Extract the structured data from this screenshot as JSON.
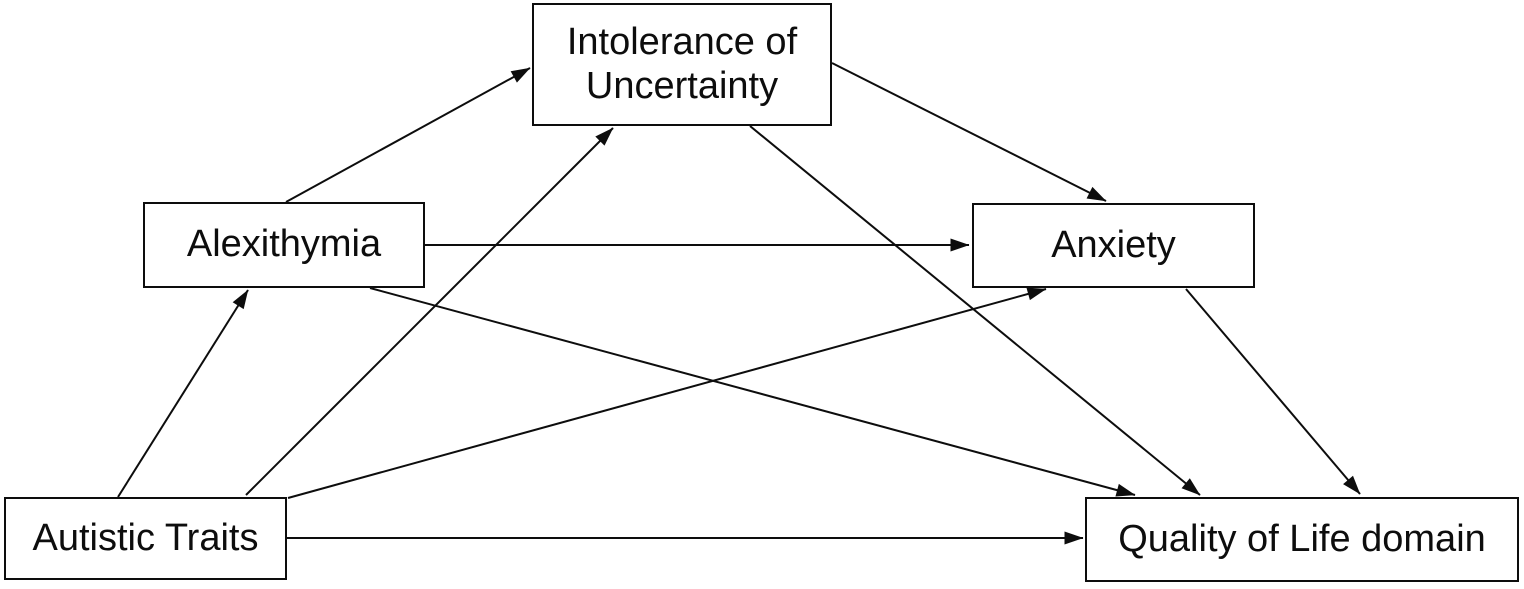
{
  "figure": {
    "background": "#ffffff",
    "line_color": "#0d0d0d",
    "box_border_color": "#0d0d0d",
    "box_fill": "#ffffff",
    "text_color": "#0d0d0d"
  },
  "diagram": {
    "type": "path-model",
    "nodes": [
      {
        "id": "intolerance_of_uncertainty",
        "label": "Intolerance of Uncertainty"
      },
      {
        "id": "alexithymia",
        "label": "Alexithymia"
      },
      {
        "id": "anxiety",
        "label": "Anxiety"
      },
      {
        "id": "autistic_traits",
        "label": "Autistic Traits"
      },
      {
        "id": "quality_of_life",
        "label": "Quality of Life domain"
      }
    ],
    "edges": [
      {
        "from": "autistic_traits",
        "to": "alexithymia"
      },
      {
        "from": "autistic_traits",
        "to": "intolerance_of_uncertainty"
      },
      {
        "from": "autistic_traits",
        "to": "anxiety"
      },
      {
        "from": "autistic_traits",
        "to": "quality_of_life"
      },
      {
        "from": "alexithymia",
        "to": "intolerance_of_uncertainty"
      },
      {
        "from": "alexithymia",
        "to": "anxiety"
      },
      {
        "from": "alexithymia",
        "to": "quality_of_life"
      },
      {
        "from": "intolerance_of_uncertainty",
        "to": "anxiety"
      },
      {
        "from": "intolerance_of_uncertainty",
        "to": "quality_of_life"
      },
      {
        "from": "anxiety",
        "to": "quality_of_life"
      }
    ]
  }
}
